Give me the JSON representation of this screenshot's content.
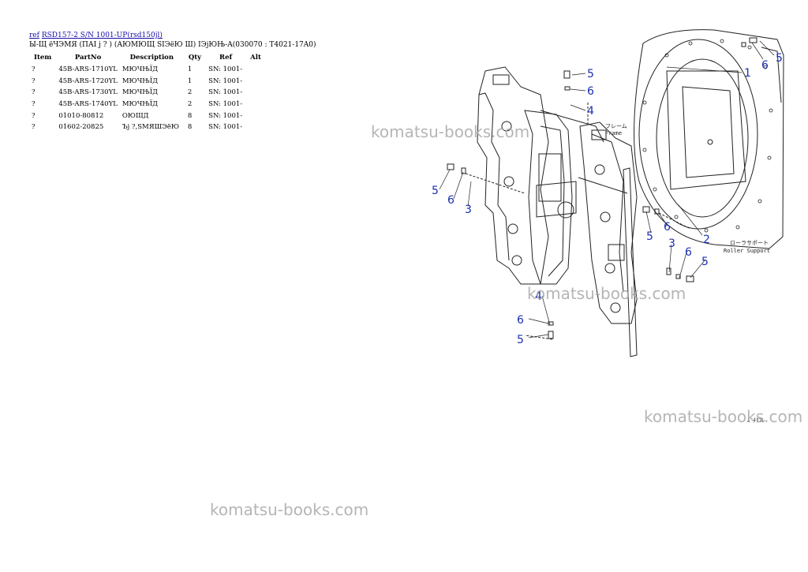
{
  "breadcrumb": {
    "ref_link": "ref",
    "model_link": "RSD157-2 S/N 1001-UP(rsd150jl)"
  },
  "subtitle": "Ы-Щ ёЧЭМЯ (ПАІ j ? ) (АЮМЮЩ ЅIЭёЮ Ш) IЭјЮЊ-A(030070 : T4021-17A0)",
  "table": {
    "headers": [
      "Item",
      "PartNo",
      "Description",
      "Qty",
      "Ref",
      "Alt"
    ],
    "rows": [
      {
        "item": "?",
        "part_no": "45B-ARS-1710YL",
        "description": "МЮЧЊЇД",
        "qty": "1",
        "ref": "SN: 1001-",
        "alt": ""
      },
      {
        "item": "?",
        "part_no": "45B-ARS-1720YL",
        "description": "МЮЧЊЇД",
        "qty": "1",
        "ref": "SN: 1001-",
        "alt": ""
      },
      {
        "item": "?",
        "part_no": "45B-ARS-1730YL",
        "description": "МЮЧЊЇД",
        "qty": "2",
        "ref": "SN: 1001-",
        "alt": ""
      },
      {
        "item": "?",
        "part_no": "45B-ARS-1740YL",
        "description": "МЮЧЊЇД",
        "qty": "2",
        "ref": "SN: 1001-",
        "alt": ""
      },
      {
        "item": "?",
        "part_no": "01010-80812",
        "description": "ОЮЩД",
        "qty": "8",
        "ref": "SN: 1001-",
        "alt": ""
      },
      {
        "item": "?",
        "part_no": "01602-20825",
        "description": "Ъј ?,ЅМЯШЭёЮ",
        "qty": "8",
        "ref": "SN: 1001-",
        "alt": ""
      }
    ]
  },
  "diagram": {
    "callouts": [
      "5",
      "6",
      "4",
      "5",
      "6",
      "3",
      "1",
      "6",
      "5",
      "5",
      "6",
      "2",
      "3",
      "6",
      "5",
      "4",
      "6",
      "5"
    ],
    "labels": {
      "frame_jp": "フレーム",
      "frame_en": "Frame",
      "roller_support_jp": "ローラサポート",
      "roller_support_en": "Roller Support",
      "corner_code": "ﾑ ﾁｸ2ﾚ"
    }
  },
  "watermark": "komatsu-books.com"
}
